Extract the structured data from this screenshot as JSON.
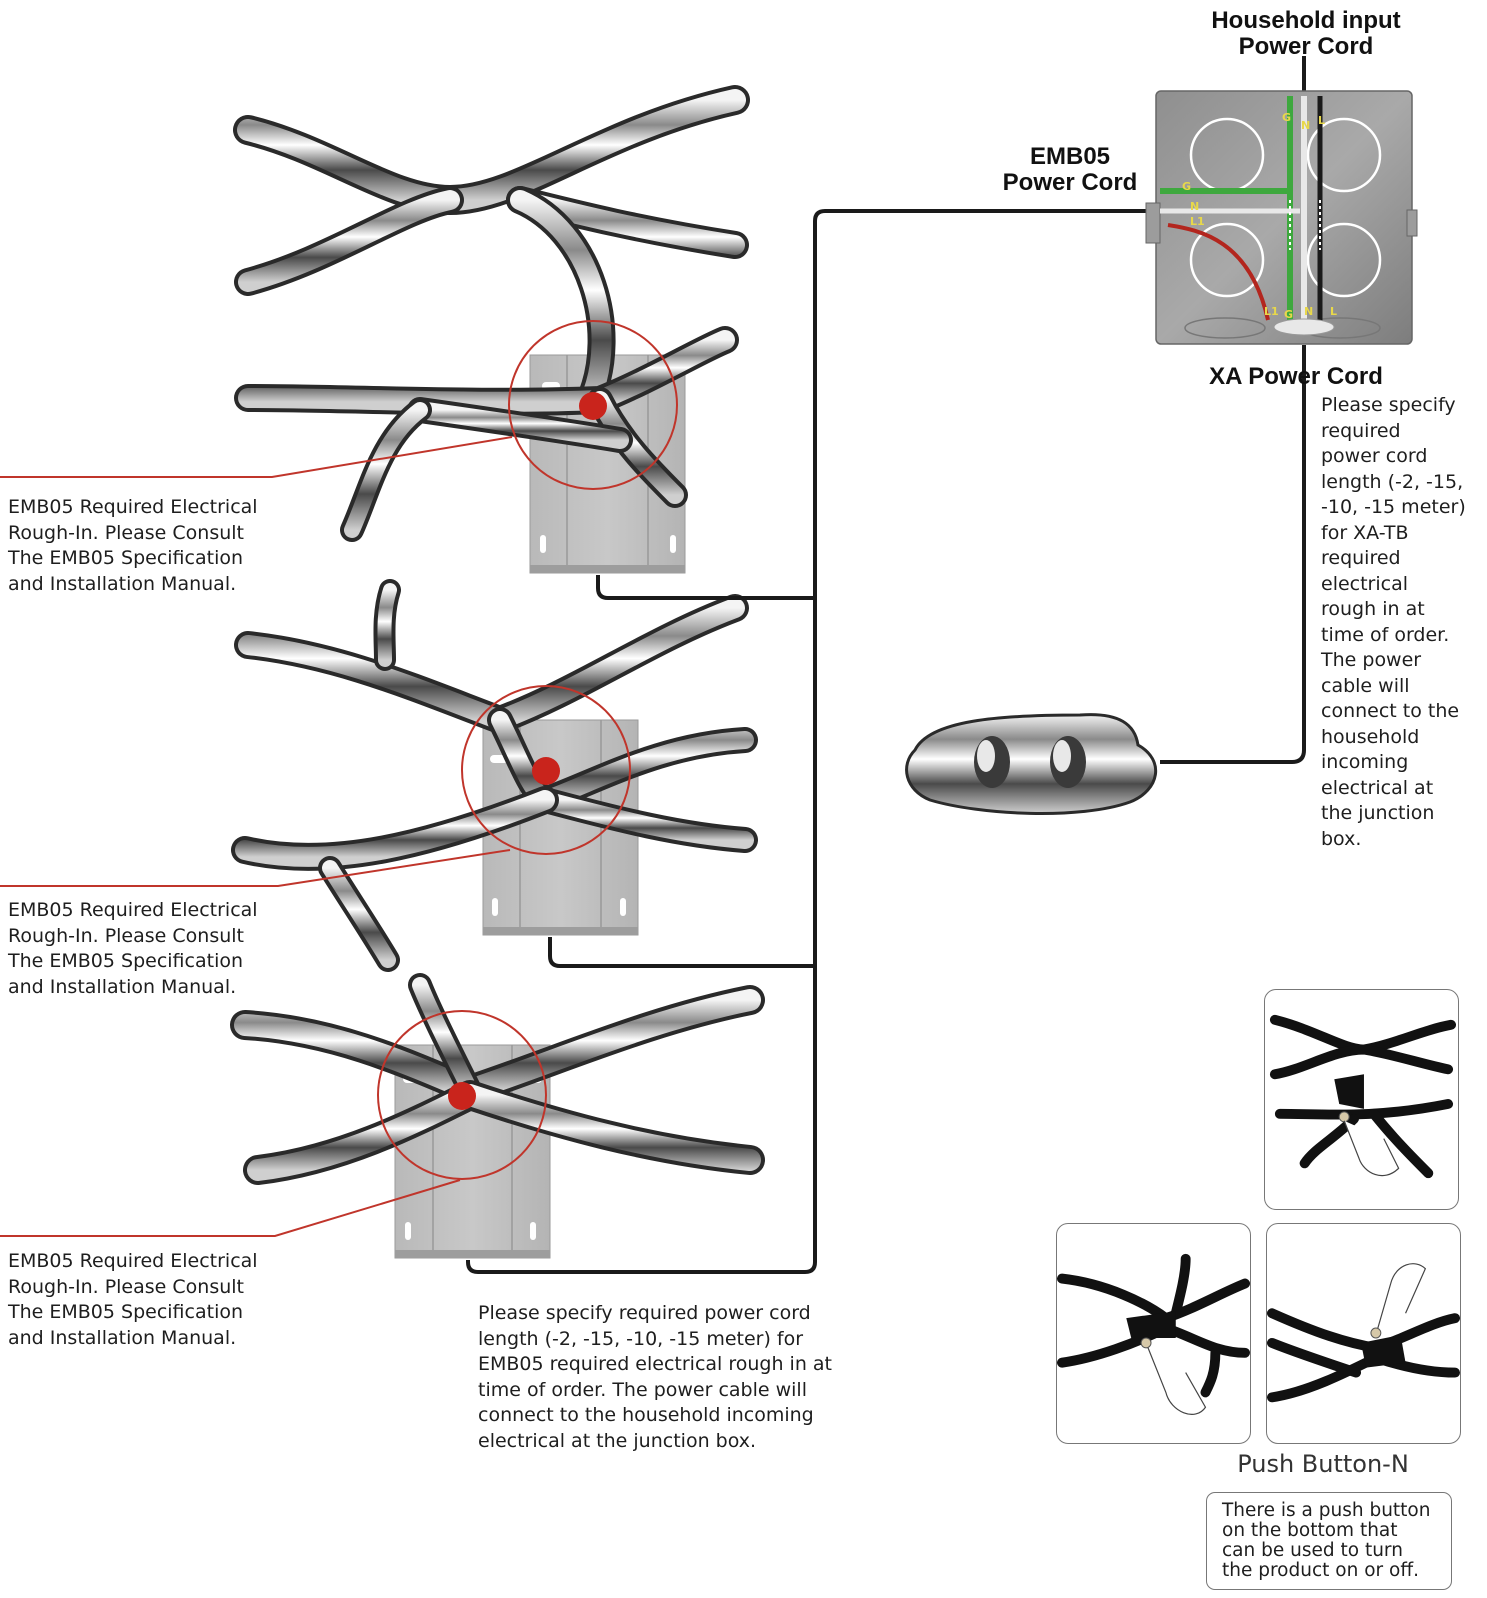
{
  "junction_box": {
    "title": "Household input\nPower Cord",
    "emb05_cord_label": "EMB05\nPower Cord",
    "xa_cord_label": "XA Power Cord",
    "top_terminals": [
      "G",
      "N",
      "L"
    ],
    "side_terminals": [
      "G",
      "N",
      "L1"
    ],
    "bottom_terminals": [
      "L1",
      "G",
      "N",
      "L"
    ]
  },
  "xa_note": "Please specify\nrequired\npower cord\nlength (-2, -15,\n-10, -15 meter)\nfor XA-TB\nrequired\nelectrical\nrough in at\ntime of order.\nThe power\ncable will\nconnect to the\nhousehold\nincoming\nelectrical at\nthe junction\nbox.",
  "callouts": [
    "EMB05 Required Electrical\nRough-In.  Please Consult\nThe EMB05 Specification\nand Installation Manual.",
    "EMB05 Required Electrical\nRough-In.  Please Consult\nThe EMB05 Specification\nand Installation Manual.",
    "EMB05 Required Electrical\nRough-In.  Please Consult\nThe EMB05 Specification\nand Installation Manual."
  ],
  "emb05_note": "Please specify required power cord\nlength (-2, -15, -10, -15 meter) for\nEMB05 required electrical rough in at\ntime of order.  The power cable will\nconnect to the household incoming\nelectrical at the junction box.",
  "push_button": {
    "title": "Push Button-N",
    "description": "There is a push button\non the bottom that\ncan be used to turn\nthe product on or off."
  },
  "colors": {
    "callout_line": "#c0352b",
    "marker_dot": "#c9241c",
    "wire": "#1a1a1a",
    "ground_wire": "#3ea83e",
    "live_wire": "#b3261e"
  }
}
